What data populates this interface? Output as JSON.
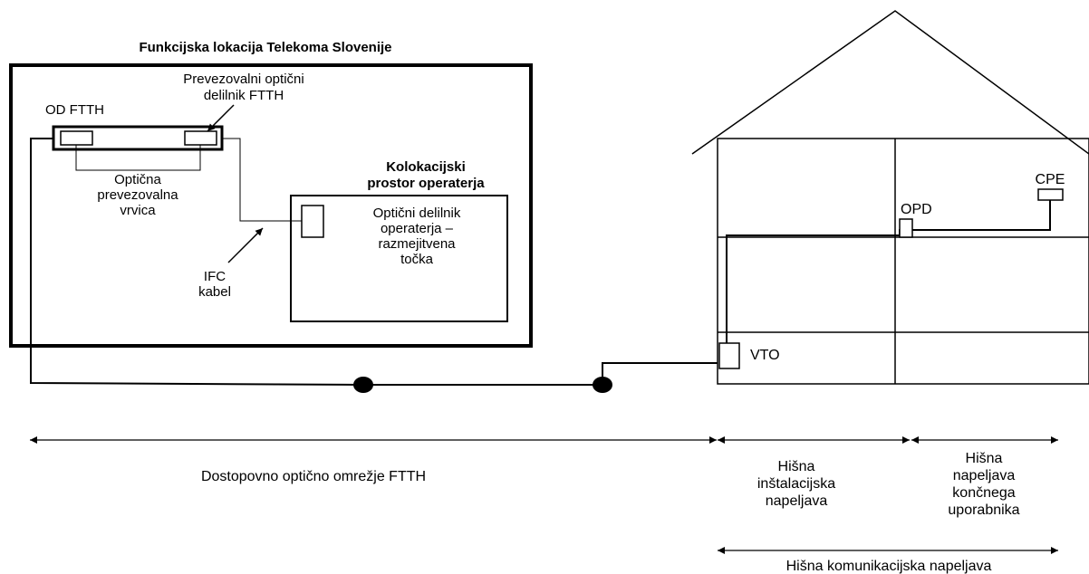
{
  "title": "Funkcijska lokacija Telekoma Slovenije",
  "labels": {
    "od_ftth": "OD FTTH",
    "splitter_line1": "Prevezovalni optični",
    "splitter_line2": "delilnik FTTH",
    "patch_line1": "Optična",
    "patch_line2": "prevezovalna",
    "patch_line3": "vrvica",
    "colo_line1": "Kolokacijski",
    "colo_line2": "prostor operaterja",
    "opsplit_line1": "Optični delilnik",
    "opsplit_line2": "operaterja –",
    "opsplit_line3": "razmejitvena",
    "opsplit_line4": "točka",
    "ifc_line1": "IFC",
    "ifc_line2": "kabel",
    "vto": "VTO",
    "opd": "OPD",
    "cpe": "CPE"
  },
  "spans": {
    "access_network": "Dostopovno optično omrežje FTTH",
    "house_install_line1": "Hišna",
    "house_install_line2": "inštalacijska",
    "house_install_line3": "napeljava",
    "end_user_line1": "Hišna",
    "end_user_line2": "napeljava",
    "end_user_line3": "končnega",
    "end_user_line4": "uporabnika",
    "house_comm": "Hišna komunikacijska napeljava"
  }
}
